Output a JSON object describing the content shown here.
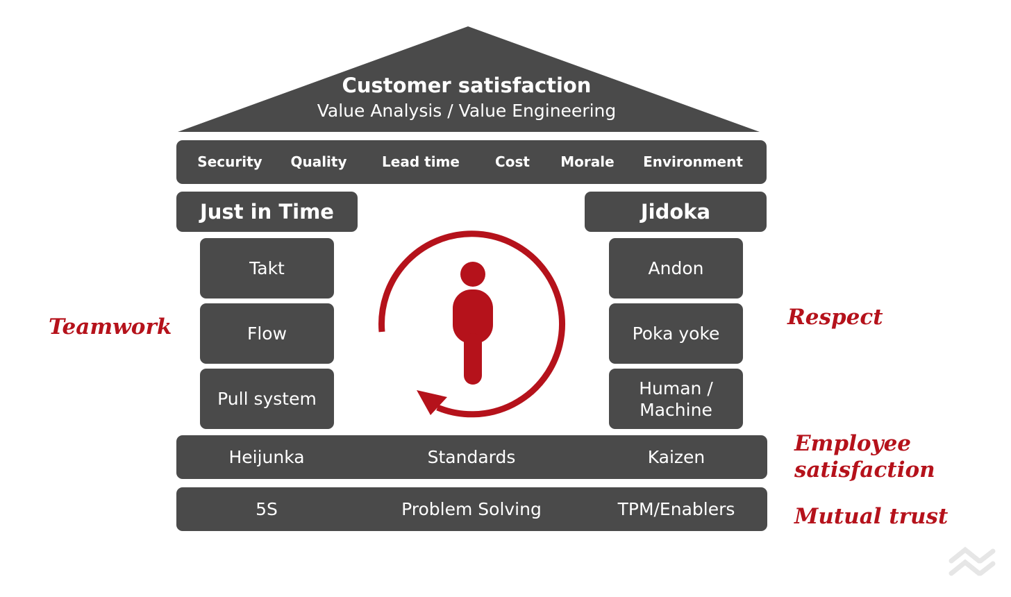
{
  "colors": {
    "box": "#4a4a4a",
    "accent": "#b5121b",
    "text_on_box": "#ffffff"
  },
  "roof": {
    "title": "Customer satisfaction",
    "subtitle": "Value Analysis / Value Engineering"
  },
  "kpis": [
    "Security",
    "Quality",
    "Lead time",
    "Cost",
    "Morale",
    "Environment"
  ],
  "pillars": {
    "left": {
      "title": "Just in Time",
      "items": [
        "Takt",
        "Flow",
        "Pull system"
      ]
    },
    "right": {
      "title": "Jidoka",
      "items": [
        "Andon",
        "Poka yoke",
        "Human /\nMachine"
      ]
    }
  },
  "foundation": {
    "row1": [
      "Heijunka",
      "Standards",
      "Kaizen"
    ],
    "row2": [
      "5S",
      "Problem Solving",
      "TPM/Enablers"
    ]
  },
  "values": {
    "teamwork": "Teamwork",
    "respect": "Respect",
    "employee_satisfaction_1": "Employee",
    "employee_satisfaction_2": "satisfaction",
    "mutual_trust": "Mutual trust"
  },
  "icons": {
    "center": "person-cycle-icon",
    "watermark": "logo-mark-icon"
  }
}
